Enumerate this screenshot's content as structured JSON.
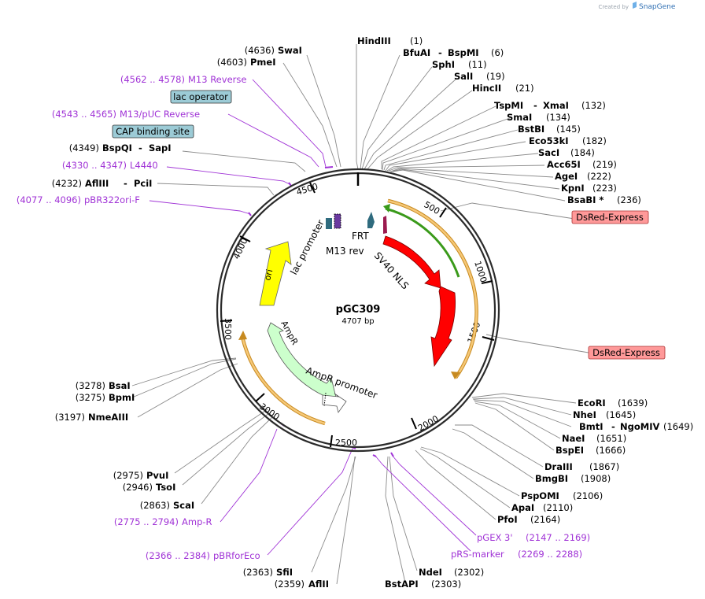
{
  "plasmid": {
    "name": "pGC309",
    "length": "4707 bp"
  },
  "watermark": {
    "prefix": "Created by",
    "brand": "SnapGene"
  },
  "colors": {
    "dsred": "#ff0000",
    "ori": "#ffff00",
    "ampr": "#ccffcc",
    "feature_label": "#a033d6",
    "orange_primer": "#f2b040",
    "green_primer": "#3a9a1a",
    "box_pink": "#ff9999",
    "box_blue": "#9ccbd6"
  },
  "ticks": [
    "500",
    "1000",
    "1500",
    "2000",
    "2500",
    "3000",
    "3500",
    "4000",
    "4500"
  ],
  "map_labels": {
    "frt": "FRT",
    "m13rev": "M13 rev",
    "lac_promoter": "lac promoter",
    "sv40": "SV40 NLS",
    "ori": "ori",
    "ampr": "AmpR",
    "ampr_promoter": "AmpR promoter"
  },
  "sites": {
    "swai": {
      "pos": "(4636)",
      "name": "SwaI"
    },
    "pmei": {
      "pos": "(4603)",
      "name": "PmeI"
    },
    "bspqi": {
      "pos": "(4349)",
      "name": "BspQI",
      "alt": "SapI"
    },
    "aflIII": {
      "pos": "(4232)",
      "name": "AflIII",
      "alt": "PciI"
    },
    "hindIII": {
      "name": "HindIII",
      "pos": "(1)"
    },
    "bfuai": {
      "name": "BfuAI",
      "alt": "BspMI",
      "pos": "(6)"
    },
    "sphi": {
      "name": "SphI",
      "pos": "(11)"
    },
    "sali": {
      "name": "SalI",
      "pos": "(19)"
    },
    "hincii": {
      "name": "HincII",
      "pos": "(21)"
    },
    "tspmi": {
      "name": "TspMI",
      "alt": "XmaI",
      "pos": "(132)"
    },
    "smai": {
      "name": "SmaI",
      "pos": "(134)"
    },
    "bstbi": {
      "name": "BstBI",
      "pos": "(145)"
    },
    "eco53ki": {
      "name": "Eco53kI",
      "pos": "(182)"
    },
    "saci": {
      "name": "SacI",
      "pos": "(184)"
    },
    "acc65i": {
      "name": "Acc65I",
      "pos": "(219)"
    },
    "agei": {
      "name": "AgeI",
      "pos": "(222)"
    },
    "kpni": {
      "name": "KpnI",
      "pos": "(223)"
    },
    "bsabi": {
      "name": "BsaBI *",
      "pos": "(236)"
    },
    "ecori": {
      "name": "EcoRI",
      "pos": "(1639)"
    },
    "nhei": {
      "name": "NheI",
      "pos": "(1645)"
    },
    "bmti": {
      "name": "BmtI",
      "alt": "NgoMIV",
      "pos": "(1649)"
    },
    "naei": {
      "name": "NaeI",
      "pos": "(1651)"
    },
    "bspei": {
      "name": "BspEI",
      "pos": "(1666)"
    },
    "draiii": {
      "name": "DraIII",
      "pos": "(1867)"
    },
    "bmgbi": {
      "name": "BmgBI",
      "pos": "(1908)"
    },
    "pspomi": {
      "name": "PspOMI",
      "pos": "(2106)"
    },
    "apai": {
      "name": "ApaI",
      "pos": "(2110)"
    },
    "pfoi": {
      "name": "PfoI",
      "pos": "(2164)"
    },
    "ndei": {
      "name": "NdeI",
      "pos": "(2302)"
    },
    "bstapi": {
      "name": "BstAPI",
      "pos": "(2303)"
    },
    "sfii": {
      "pos": "(2363)",
      "name": "SfiI"
    },
    "afliii2": {
      "pos": "(2359)",
      "name": "AflII"
    },
    "pvui": {
      "pos": "(2975)",
      "name": "PvuI"
    },
    "tsoi": {
      "pos": "(2946)",
      "name": "TsoI"
    },
    "scai": {
      "pos": "(2863)",
      "name": "ScaI"
    },
    "bsai": {
      "pos": "(3278)",
      "name": "BsaI"
    },
    "bpmi": {
      "pos": "(3275)",
      "name": "BpmI"
    },
    "nmeaiii": {
      "pos": "(3197)",
      "name": "NmeAIII"
    }
  },
  "features": {
    "m13reverse": {
      "range": "(4562 .. 4578)",
      "name": "M13 Reverse"
    },
    "m13puc": {
      "range": "(4543 .. 4565)",
      "name": "M13/pUC Reverse"
    },
    "l4440": {
      "range": "(4330 .. 4347)",
      "name": "L4440"
    },
    "pbr322ori": {
      "range": "(4077 .. 4096)",
      "name": "pBR322ori-F"
    },
    "pgex3": {
      "name": "pGEX 3'",
      "range": "(2147 .. 2169)"
    },
    "prsmarker": {
      "name": "pRS-marker",
      "range": "(2269 .. 2288)"
    },
    "ampr": {
      "range": "(2775 .. 2794)",
      "name": "Amp-R"
    },
    "pbrforeco": {
      "range": "(2366 .. 2384)",
      "name": "pBRforEco"
    }
  },
  "boxes": {
    "lac_operator": "lac operator",
    "cap_site": "CAP binding site",
    "dsred1": "DsRed-Express",
    "dsred2": "DsRed-Express"
  }
}
